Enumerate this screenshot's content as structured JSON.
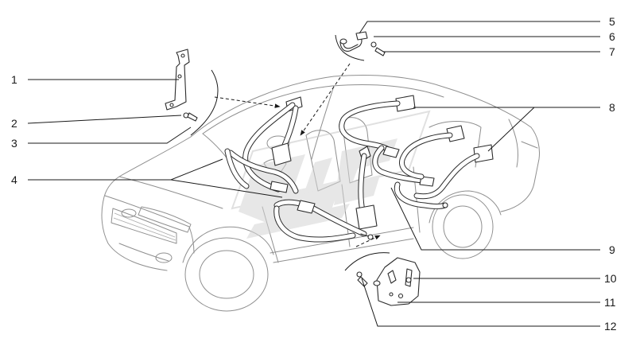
{
  "callouts": [
    "1",
    "2",
    "3",
    "4",
    "5",
    "6",
    "7",
    "8",
    "9",
    "10",
    "11",
    "12"
  ],
  "colors": {
    "outline": "#8f8f8f",
    "parts": "#2b2b2b",
    "watermark": "#d4d4d4"
  },
  "icons": [
    "logo-watermark-icon"
  ]
}
